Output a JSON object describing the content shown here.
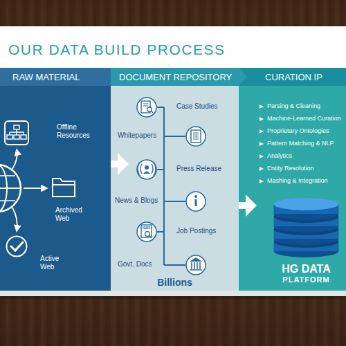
{
  "diagram": {
    "title": "OUR DATA BUILD PROCESS",
    "nodes": [
      {
        "text": [
          "RAW MATERIAL"
        ]
      },
      {
        "text": [
          "Offline Resources"
        ],
        "in": 0
      },
      {
        "text": [
          "Archived Web"
        ],
        "in": 0
      },
      {
        "text": [
          "Active Web"
        ],
        "in": 0
      },
      {
        "text": [
          "DOCUMENT REPOSITORY",
          "Billions"
        ]
      },
      {
        "text": [
          "Case Studies"
        ],
        "in": 4
      },
      {
        "text": [
          "Whitepapers"
        ],
        "in": 4
      },
      {
        "text": [
          "Press Release"
        ],
        "in": 4
      },
      {
        "text": [
          "News & Blogs"
        ],
        "in": 4
      },
      {
        "text": [
          "Job Postings"
        ],
        "in": 4
      },
      {
        "text": [
          "Govt. Docs"
        ],
        "in": 4
      },
      {
        "text": [
          "CURATION IP",
          "Parsing & Cleaning",
          "Machine-Learned Curation",
          "Proprietary Ontologies",
          "Pattern Matching & NLP",
          "Analytics",
          "Entity Resolution",
          "Mashing & Integration"
        ]
      },
      {
        "text": [
          "HG DATA",
          "PLATFORM"
        ],
        "in": 11
      }
    ],
    "edges": [
      {
        "from": 0,
        "to": 4,
        "arrow": "to"
      },
      {
        "from": 4,
        "to": 11,
        "arrow": "to"
      }
    ],
    "labels": [
      "JOBS"
    ]
  }
}
